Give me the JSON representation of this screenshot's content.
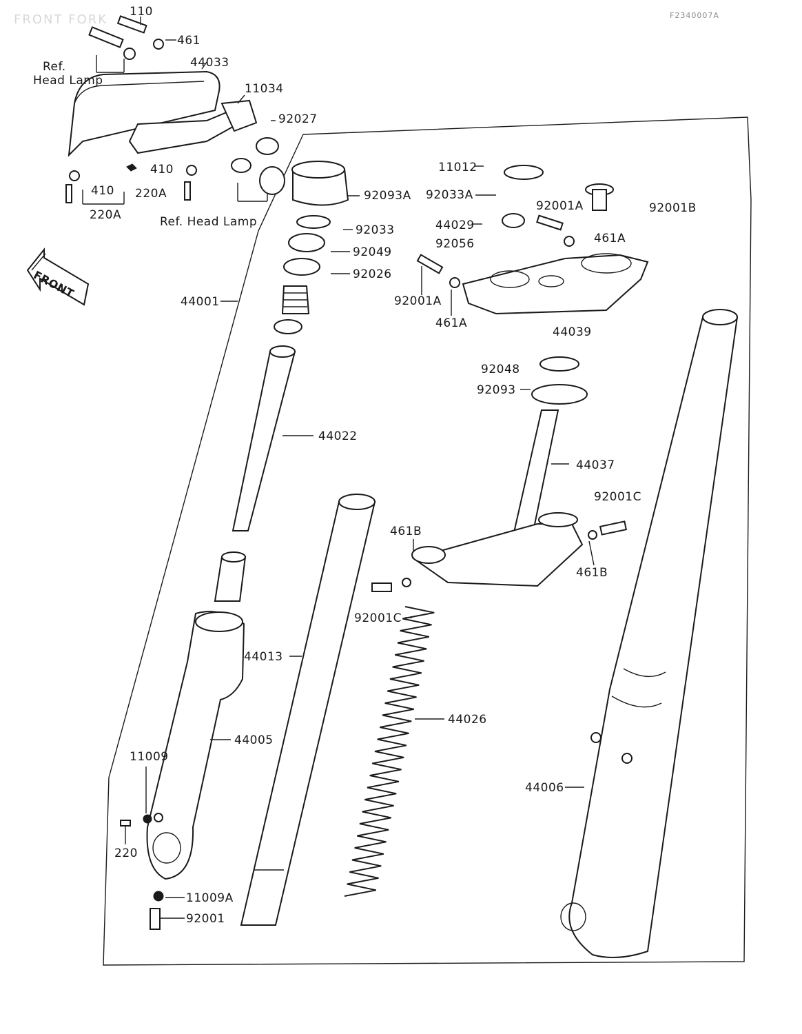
{
  "header": {
    "faint_title": "FRONT FORK",
    "diagram_code": "F2340007A"
  },
  "front_arrow_label": "FRONT",
  "labels": {
    "p110": "110",
    "p461": "461",
    "ref_head_lamp_top_1": "Ref.",
    "ref_head_lamp_top_2": "Head Lamp",
    "p44033": "44033",
    "p11034": "11034",
    "p92027": "92027",
    "p410a": "410",
    "p410b": "410",
    "p220A_a": "220A",
    "p220A_b": "220A",
    "ref_head_lamp_bottom": "Ref. Head Lamp",
    "p11012": "11012",
    "p92033A": "92033A",
    "p92001A_top": "92001A",
    "p92001B": "92001B",
    "p92093A": "92093A",
    "p44029": "44029",
    "p92056": "92056",
    "p461A_top": "461A",
    "p92033": "92033",
    "p92049": "92049",
    "p92026": "92026",
    "p92001A_left": "92001A",
    "p461A_mid": "461A",
    "p44001": "44001",
    "p44039": "44039",
    "p92048": "92048",
    "p92093": "92093",
    "p44022": "44022",
    "p44037": "44037",
    "p92001C_right": "92001C",
    "p461B_left": "461B",
    "p461B_right": "461B",
    "p92001C_left": "92001C",
    "p44013": "44013",
    "p44026": "44026",
    "p44005": "44005",
    "p11009": "11009",
    "p220": "220",
    "p44006": "44006",
    "p11009A": "11009A",
    "p92001": "92001"
  }
}
